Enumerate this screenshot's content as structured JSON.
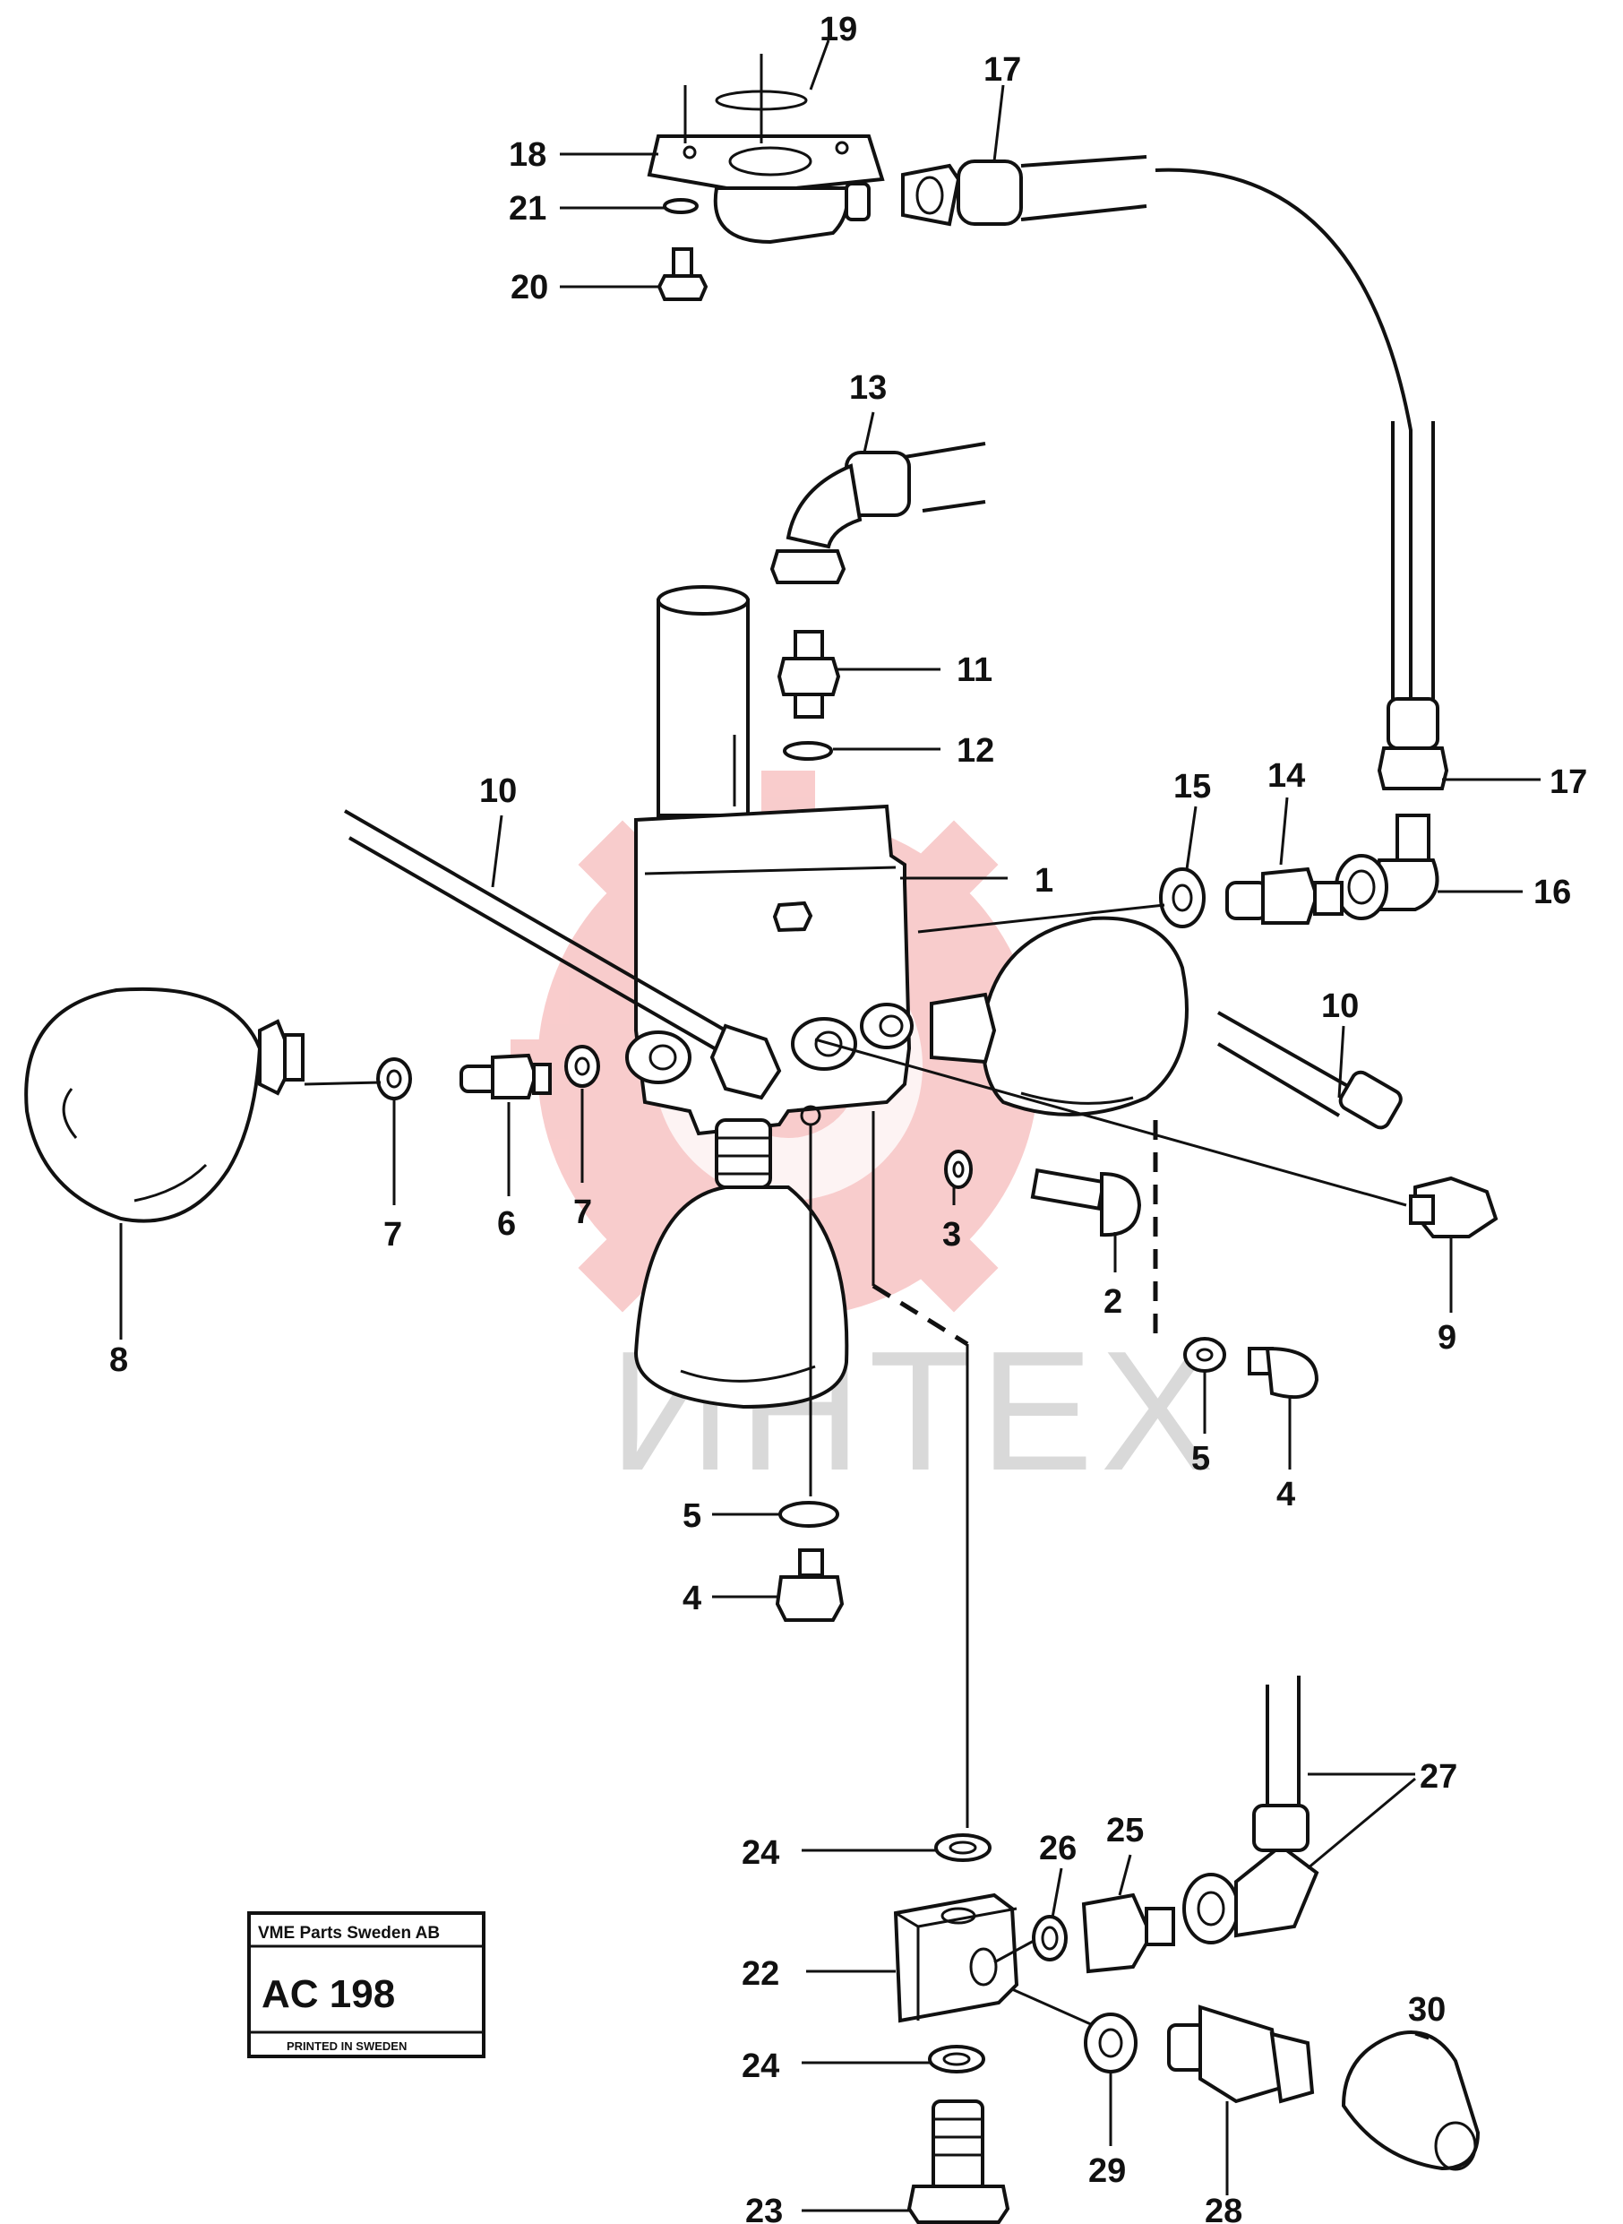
{
  "callouts": {
    "c1": "1",
    "c2": "2",
    "c3": "3",
    "c4a": "4",
    "c4b": "4",
    "c5a": "5",
    "c5b": "5",
    "c6": "6",
    "c7a": "7",
    "c7b": "7",
    "c8": "8",
    "c9": "9",
    "c10a": "10",
    "c10b": "10",
    "c11": "11",
    "c12": "12",
    "c13": "13",
    "c14": "14",
    "c15": "15",
    "c16": "16",
    "c17a": "17",
    "c17b": "17",
    "c18": "18",
    "c19": "19",
    "c20": "20",
    "c21": "21",
    "c22": "22",
    "c23": "23",
    "c24a": "24",
    "c24b": "24",
    "c25": "25",
    "c26": "26",
    "c27": "27",
    "c28": "28",
    "c29": "29",
    "c30": "30"
  },
  "watermark": {
    "text": "ИНТЕХ",
    "color": "#f4a3a3"
  },
  "stamp": {
    "company": "VME Parts Sweden AB",
    "code": "AC 198",
    "printed": "PRINTED IN SWEDEN"
  }
}
